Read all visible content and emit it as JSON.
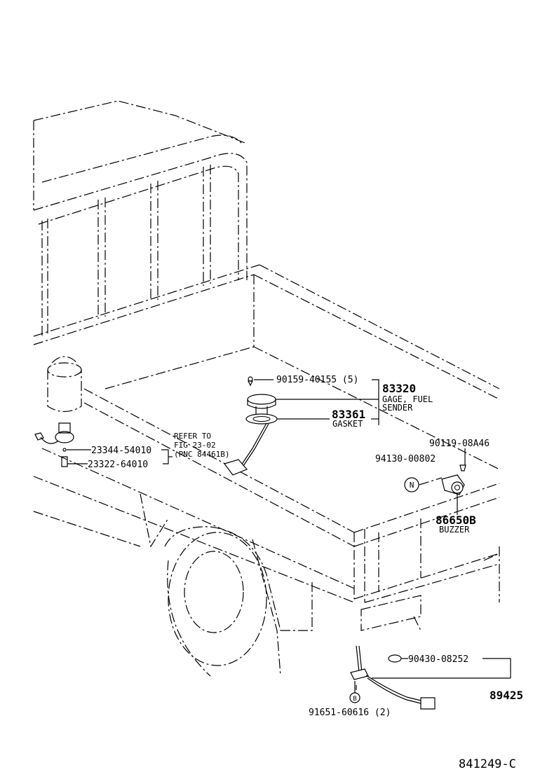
{
  "labels": {
    "bolt_90159": "90159-40155 (5)",
    "gage_pn": "83320",
    "gage_name_1": "GAGE, FUEL",
    "gage_name_2": "SENDER",
    "gasket_pn": "83361",
    "gasket_name": "GASKET",
    "refer_1": "REFER TO",
    "refer_2": "FIG 23-02",
    "refer_3": "(PNC 84461B)",
    "pn_23344": "23344-54010",
    "pn_23322": "23322-64010",
    "pn_90119": "90119-08A46",
    "pn_94130": "94130-00802",
    "callout_n": "N",
    "buzzer_pn": "86650B",
    "buzzer_name": "BUZZER",
    "pn_90430": "90430-08252",
    "pn_89425": "89425",
    "callout_b": "B",
    "pn_91651": "91651-60616 (2)",
    "figure_id": "841249-C"
  }
}
